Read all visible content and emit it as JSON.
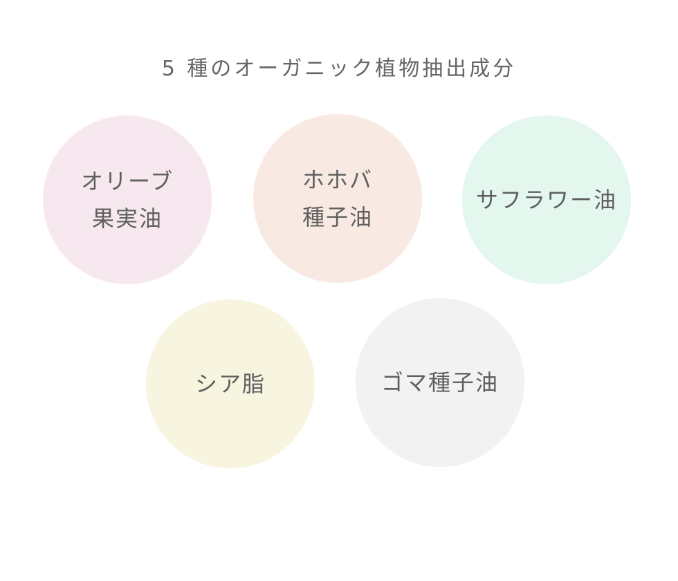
{
  "header": {
    "title": "5 種のオーガニック植物抽出成分"
  },
  "ingredients": [
    {
      "label": "オリーブ\n果実油",
      "color": "#f6e8ee"
    },
    {
      "label": "ホホバ\n種子油",
      "color": "#f8e9e2"
    },
    {
      "label": "サフラワー油",
      "color": "#e3f7ee"
    },
    {
      "label": "シア脂",
      "color": "#f7f4e0"
    },
    {
      "label": "ゴマ種子油",
      "color": "#f2f2f2"
    }
  ]
}
